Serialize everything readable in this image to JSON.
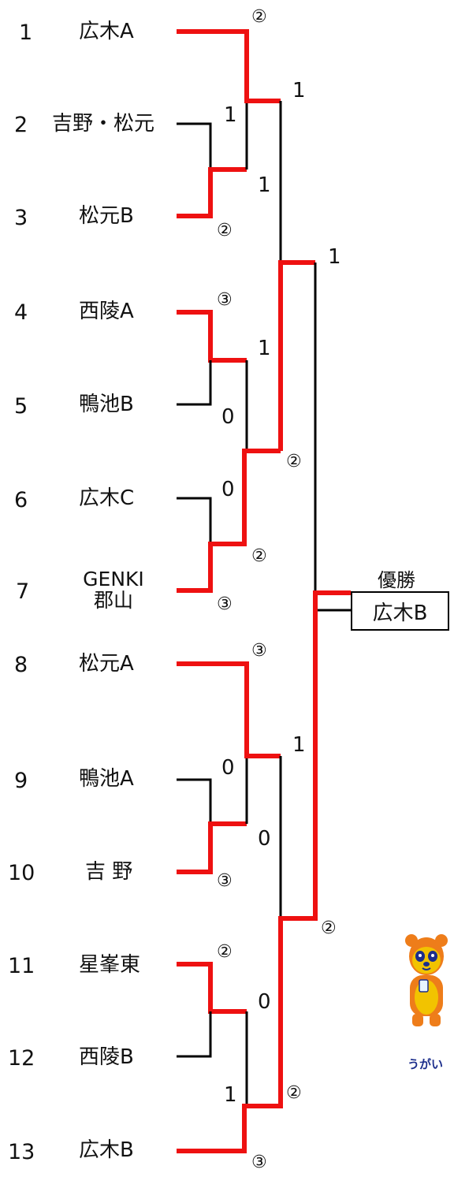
{
  "colors": {
    "winner_line": "#ee1111",
    "loser_line": "#000000",
    "text": "#111111",
    "mascot_body": "#f2c300",
    "mascot_hood": "#ee7d1a",
    "caption": "#1c2e8c"
  },
  "entries": [
    {
      "no": "1",
      "name": "広木A"
    },
    {
      "no": "2",
      "name": "吉野・松元"
    },
    {
      "no": "3",
      "name": "松元B"
    },
    {
      "no": "4",
      "name": "西陵A"
    },
    {
      "no": "5",
      "name": "鴨池B"
    },
    {
      "no": "6",
      "name": "広木C"
    },
    {
      "no": "7",
      "name": "GENKI",
      "name2": "郡山"
    },
    {
      "no": "8",
      "name": "松元A"
    },
    {
      "no": "9",
      "name": "鴨池A"
    },
    {
      "no": "10",
      "name": "吉 野"
    },
    {
      "no": "11",
      "name": "星峯東"
    },
    {
      "no": "12",
      "name": "西陵B"
    },
    {
      "no": "13",
      "name": "広木B"
    }
  ],
  "scores": [
    "②",
    "1",
    "1",
    "1",
    "②",
    "1",
    "③",
    "1",
    "0",
    "0",
    "②",
    "②",
    "③",
    "③",
    "1",
    "0",
    "0",
    "③",
    "②",
    "②",
    "0",
    "1",
    "②",
    "③"
  ],
  "champion": {
    "label": "優勝",
    "name": "広木B"
  },
  "mascot": {
    "icon": "panda-mascot-icon",
    "caption": "うがい"
  }
}
